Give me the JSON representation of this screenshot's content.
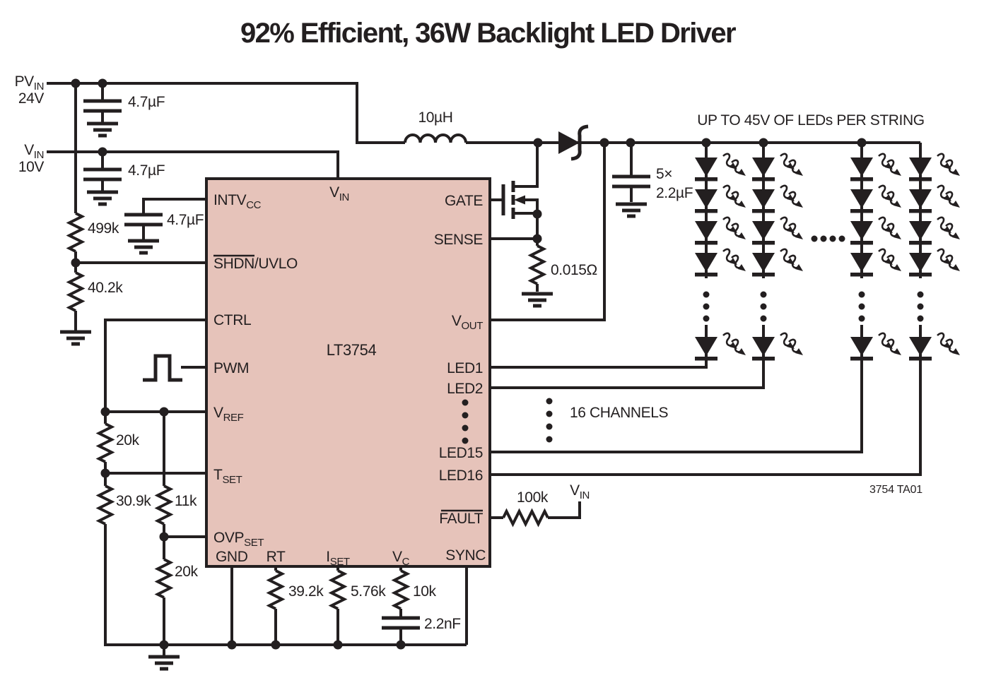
{
  "title": "92% Efficient, 36W Backlight LED Driver",
  "colors": {
    "ink": "#231f20",
    "ic_fill": "#e6c3ba"
  },
  "rails": {
    "pvin": {
      "base": "PV",
      "sub": "IN"
    },
    "pvin_voltage": "24V",
    "vin": {
      "base": "V",
      "sub": "IN"
    },
    "vin_voltage": "10V"
  },
  "ic": {
    "part": "LT3754",
    "pin_vin": {
      "base": "V",
      "sub": "IN"
    },
    "pin_intvcc": {
      "base": "INTV",
      "sub": "CC"
    },
    "pin_shdn": {
      "main": "SHDN",
      "rest": "/UVLO"
    },
    "pin_ctrl": "CTRL",
    "pin_pwm": "PWM",
    "pin_vref": {
      "base": "V",
      "sub": "REF"
    },
    "pin_tset": {
      "base": "T",
      "sub": "SET"
    },
    "pin_ovpset": {
      "base": "OVP",
      "sub": "SET"
    },
    "pin_gnd": "GND",
    "pin_rt": "RT",
    "pin_iset": {
      "base": "I",
      "sub": "SET"
    },
    "pin_vc": {
      "base": "V",
      "sub": "C"
    },
    "pin_sync": "SYNC",
    "pin_gate": "GATE",
    "pin_sense": "SENSE",
    "pin_vout": {
      "base": "V",
      "sub": "OUT"
    },
    "pin_led1": "LED1",
    "pin_led2": "LED2",
    "pin_led15": "LED15",
    "pin_led16": "LED16",
    "pin_fault": "FAULT"
  },
  "components": {
    "cap_pvin": "4.7µF",
    "cap_vin": "4.7µF",
    "cap_intvcc": "4.7µF",
    "res_uvlo_top": "499k",
    "res_uvlo_bottom": "40.2k",
    "inductor": "10µH",
    "res_sense": "0.015Ω",
    "cap_out_qty": "5×",
    "cap_out_value": "2.2µF",
    "res_vref_tset": "20k",
    "res_tset_gnd": "30.9k",
    "res_vref_ovp": "11k",
    "res_ovp_gnd": "20k",
    "res_rt": "39.2k",
    "res_iset": "5.76k",
    "res_vc": "10k",
    "cap_vc": "2.2nF",
    "res_fault": "100k",
    "fault_pullup_rail": {
      "base": "V",
      "sub": "IN"
    }
  },
  "annotations": {
    "string_note": "UP TO 45V OF LEDs PER STRING",
    "channels_note": "16 CHANNELS",
    "figure_id": "3754 TA01"
  }
}
